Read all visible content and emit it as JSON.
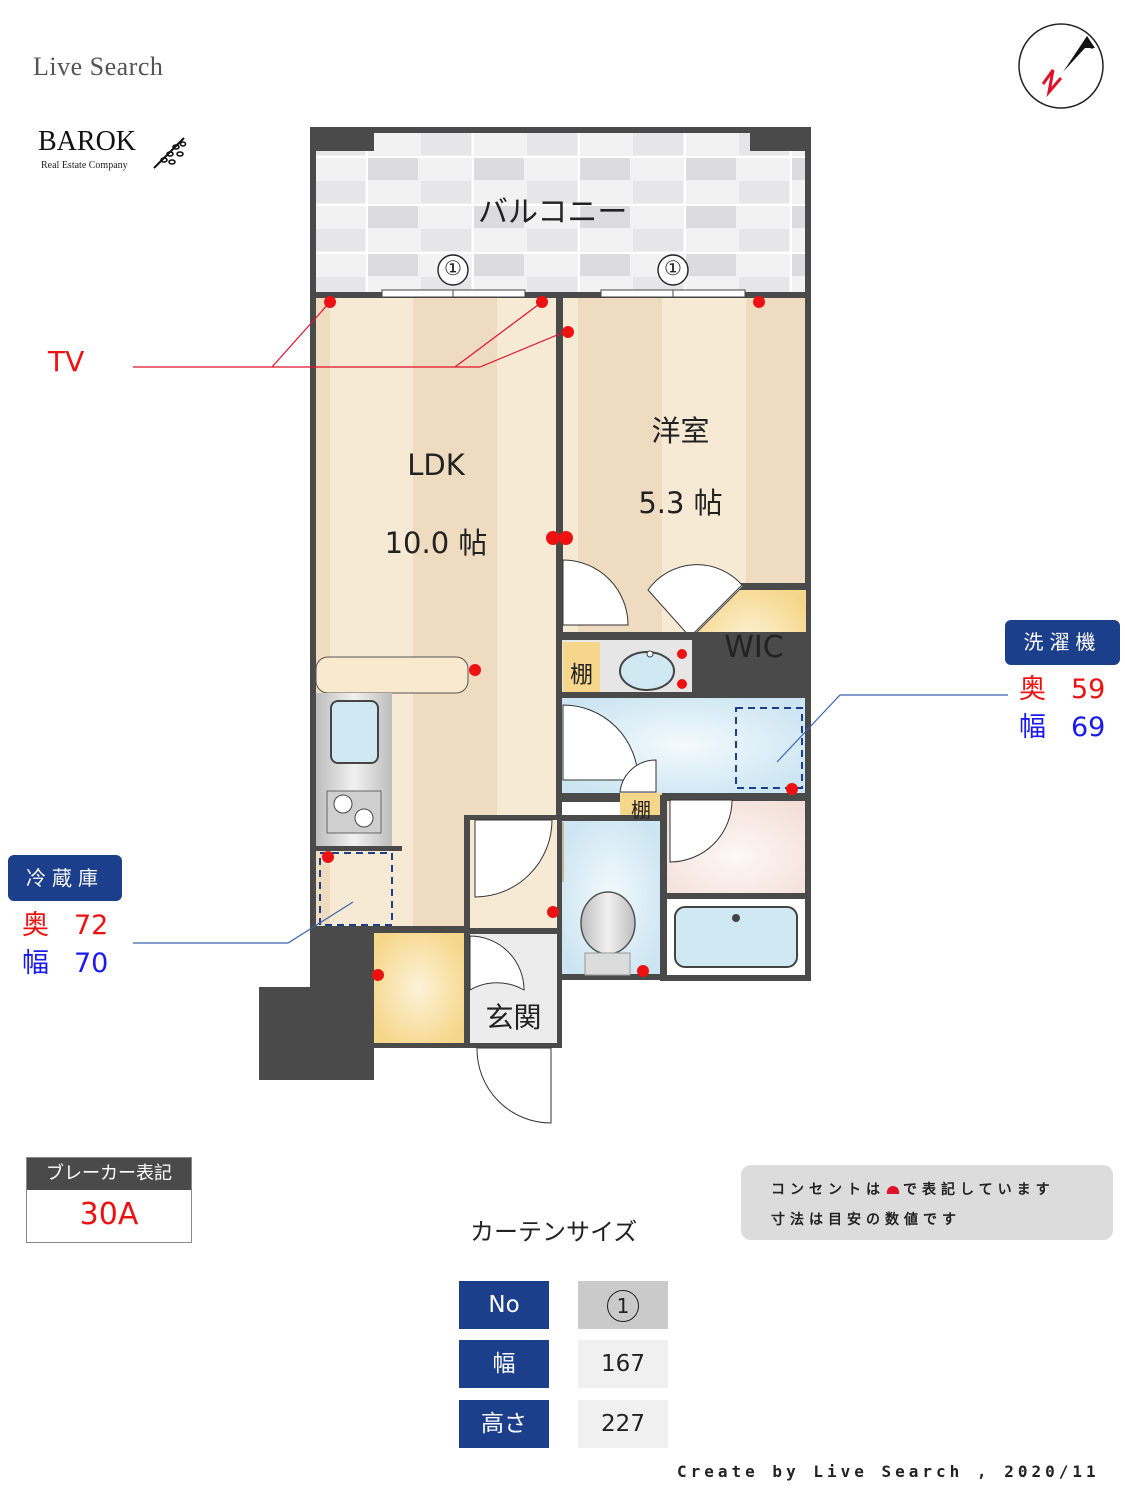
{
  "header": {
    "brand_title": "Live Search",
    "logo_name": "BAROK",
    "logo_subtitle": "Real Estate Company",
    "compass_label": "N"
  },
  "floorplan": {
    "rooms": {
      "balcony": "バルコニー",
      "ldk_name": "LDK",
      "ldk_size": "10.0 帖",
      "western_room_name": "洋室",
      "western_room_size": "5.3 帖",
      "wic": "WIC",
      "shelf_1": "棚",
      "shelf_2": "棚",
      "entrance": "玄関"
    },
    "window_markers": [
      "①",
      "①"
    ],
    "tv_label": "TV",
    "colors": {
      "wall": "#4a4a4a",
      "floor_light": "#f7ead5",
      "floor_stripe": "#eedbc0",
      "wet_area": "#d4ebf5",
      "storage": "#f7d98c",
      "outlet": "#ee1111",
      "callout_blue": "#1b3f8b"
    }
  },
  "callouts": {
    "washer": {
      "title": "洗濯機",
      "depth_label": "奥",
      "depth_value": "59",
      "width_label": "幅",
      "width_value": "69"
    },
    "fridge": {
      "title": "冷蔵庫",
      "depth_label": "奥",
      "depth_value": "72",
      "width_label": "幅",
      "width_value": "70"
    }
  },
  "breaker": {
    "label": "ブレーカー表記",
    "value": "30A"
  },
  "note": {
    "line1_before": "コンセントは",
    "line1_after": "で表記しています",
    "line2": "寸法は目安の数値です"
  },
  "curtain": {
    "title": "カーテンサイズ",
    "rows": [
      {
        "label": "No",
        "value": "1"
      },
      {
        "label": "幅",
        "value": "167"
      },
      {
        "label": "高さ",
        "value": "227"
      }
    ]
  },
  "footer": {
    "credit": "Create by Live Search , 2020/11"
  }
}
